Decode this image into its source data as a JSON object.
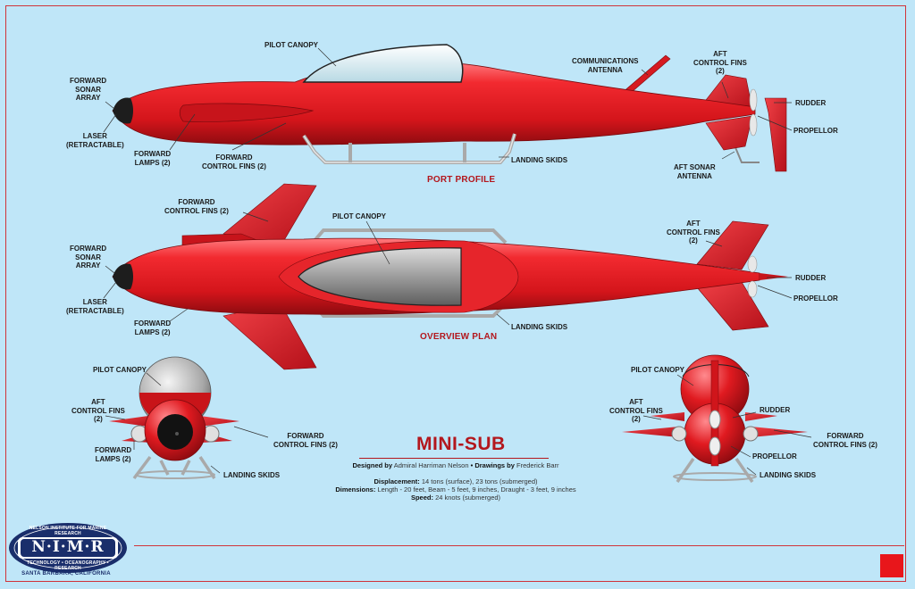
{
  "title": "MINI-SUB",
  "credits": {
    "designed_by_label": "Designed by",
    "designer": "Admiral Harriman Nelson",
    "separator": "•",
    "drawings_by_label": "Drawings by",
    "artist": "Frederick Barr"
  },
  "specs": {
    "displacement_label": "Displacement:",
    "displacement": "14 tons (surface), 23 tons (submerged)",
    "dimensions_label": "Dimensions:",
    "dimensions": "Length - 20 feet, Beam - 5 feet, 9 inches, Draught - 3 feet, 9 inches",
    "speed_label": "Speed:",
    "speed": "24 knots (submerged)"
  },
  "views": {
    "port_profile": "PORT PROFILE",
    "overview_plan": "OVERVIEW PLAN"
  },
  "profile_labels": {
    "pilot_canopy": "PILOT CANOPY",
    "comm_antenna": "COMMUNICATIONS\nANTENNA",
    "aft_fins": "AFT\nCONTROL FINS\n(2)",
    "rudder": "RUDDER",
    "propellor": "PROPELLOR",
    "aft_sonar": "AFT SONAR\nANTENNA",
    "landing_skids": "LANDING SKIDS",
    "fwd_fins": "FORWARD\nCONTROL FINS (2)",
    "fwd_lamps": "FORWARD\nLAMPS (2)",
    "laser": "LASER\n(RETRACTABLE)",
    "fwd_sonar": "FORWARD\nSONAR\nARRAY"
  },
  "plan_labels": {
    "fwd_fins": "FORWARD\nCONTROL FINS (2)",
    "pilot_canopy": "PILOT CANOPY",
    "aft_fins": "AFT\nCONTROL FINS\n(2)",
    "rudder": "RUDDER",
    "propellor": "PROPELLOR",
    "landing_skids": "LANDING SKIDS",
    "fwd_lamps": "FORWARD\nLAMPS (2)",
    "laser": "LASER\n(RETRACTABLE)",
    "fwd_sonar": "FORWARD\nSONAR\nARRAY"
  },
  "front_labels": {
    "pilot_canopy": "PILOT CANOPY",
    "aft_fins": "AFT\nCONTROL FINS\n(2)",
    "fwd_lamps": "FORWARD\nLAMPS (2)",
    "fwd_fins": "FORWARD\nCONTROL FINS (2)",
    "landing_skids": "LANDING SKIDS"
  },
  "rear_labels": {
    "pilot_canopy": "PILOT CANOPY",
    "aft_fins": "AFT\nCONTROL FINS\n(2)",
    "rudder": "RUDDER",
    "fwd_fins": "FORWARD\nCONTROL FINS (2)",
    "propellor": "PROPELLOR",
    "landing_skids": "LANDING SKIDS"
  },
  "logo": {
    "ring_top": "NELSON INSTITUTE FOR MARINE RESEARCH",
    "letters": "N·I·M·R",
    "ring_bottom": "TECHNOLOGY • OCEANOGRAPHY • RESEARCH",
    "caption": "SANTA BARBARA, CALIFORNIA"
  },
  "colors": {
    "hull_red": "#e01a20",
    "hull_dark": "#9c0d12",
    "background": "#bfe6f8",
    "accent_red": "#b3171d"
  }
}
